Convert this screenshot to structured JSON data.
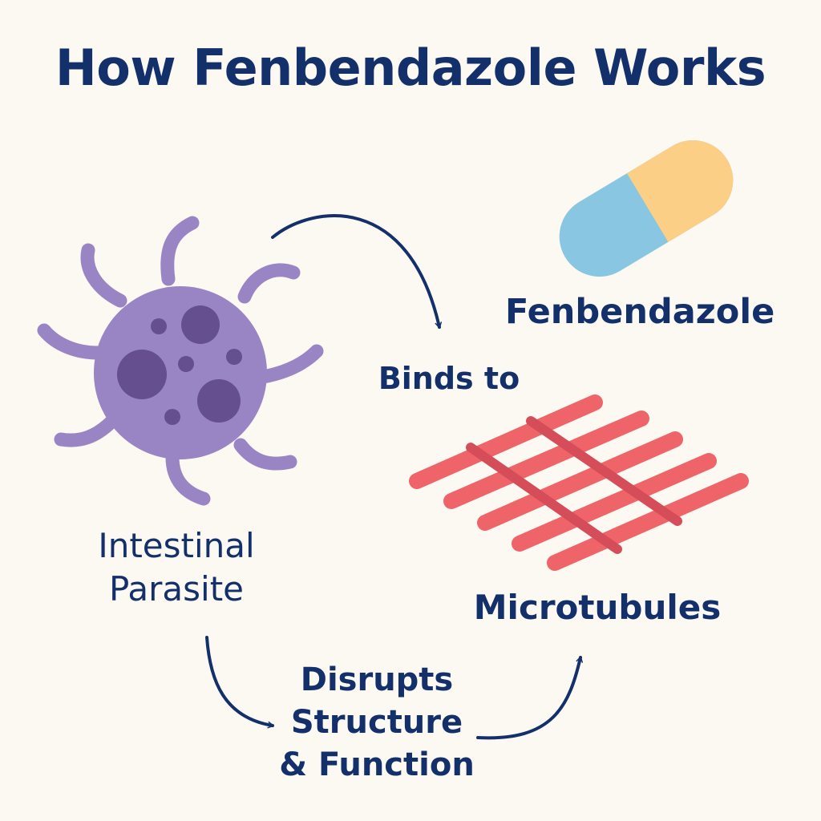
{
  "title": "How Fenbendazole Works",
  "nodes": {
    "drug": {
      "label": "Fenbendazole",
      "icon": "capsule-icon"
    },
    "parasite": {
      "label_lines": [
        "Intestinal",
        "Parasite"
      ],
      "icon": "parasite-icon"
    },
    "microtubules": {
      "label": "Microtubules",
      "icon": "microtubules-icon"
    }
  },
  "edges": {
    "binds": {
      "label": "Binds to"
    },
    "disrupts": {
      "label_lines": [
        "Disrupts",
        "Structure",
        "& Function"
      ]
    }
  },
  "colors": {
    "background": "#fcf8f2",
    "text": "#13306b",
    "parasite_body": "#9a85c4",
    "parasite_spots": "#654f8e",
    "capsule_yellow": "#fbcf86",
    "capsule_blue": "#88c6e2",
    "microtubule": "#ee6468",
    "microtubule_cross": "#d54d58"
  }
}
